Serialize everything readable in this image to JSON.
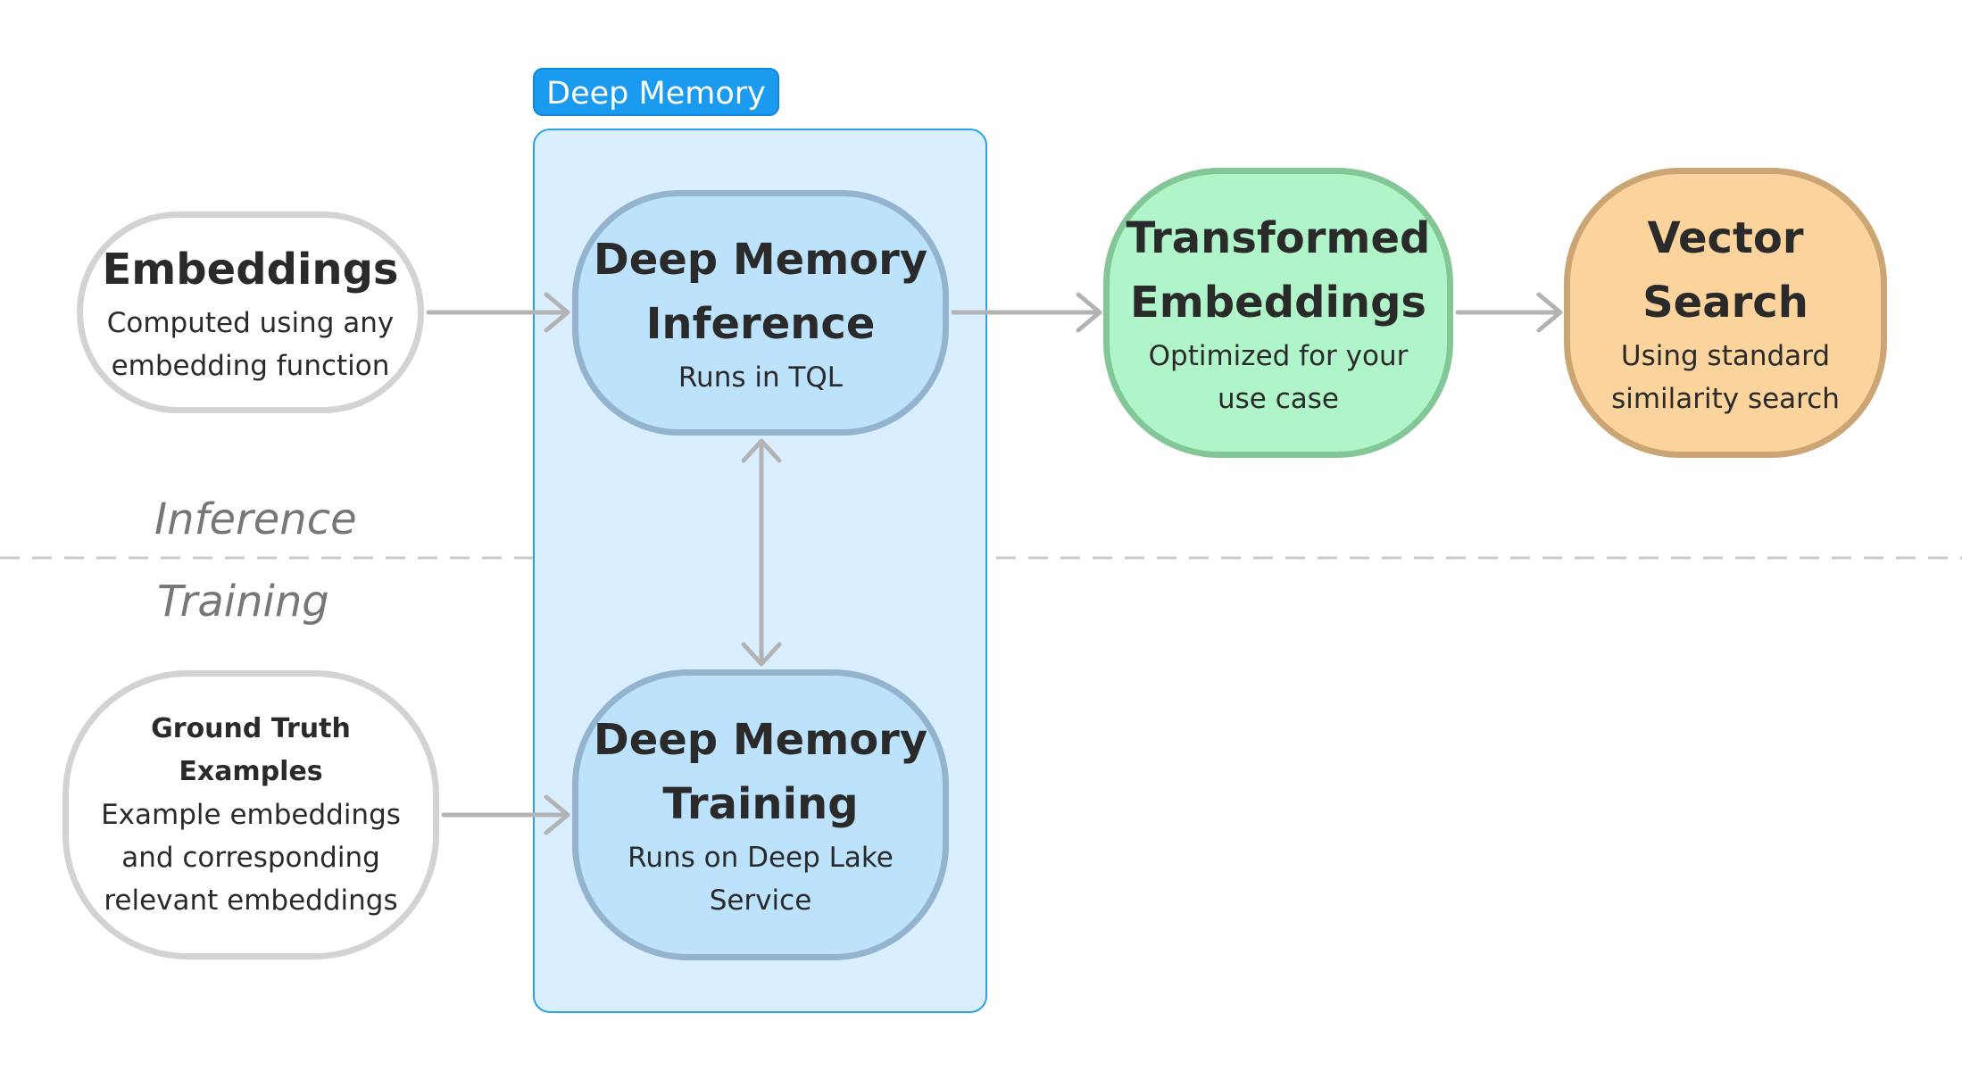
{
  "group": {
    "label": "Deep Memory"
  },
  "nodes": {
    "embeddings": {
      "title": "Embeddings",
      "subtitle_1": "Computed using any",
      "subtitle_2": "embedding function"
    },
    "ground_truth": {
      "title_1": "Ground Truth",
      "title_2": "Examples",
      "subtitle_1": "Example embeddings",
      "subtitle_2": "and corresponding",
      "subtitle_3": "relevant embeddings"
    },
    "dm_inference": {
      "title_1": "Deep Memory",
      "title_2": "Inference",
      "subtitle_1": "Runs in TQL"
    },
    "dm_training": {
      "title_1": "Deep Memory",
      "title_2": "Training",
      "subtitle_1": "Runs on Deep Lake",
      "subtitle_2": "Service"
    },
    "transformed": {
      "title_1": "Transformed",
      "title_2": "Embeddings",
      "subtitle_1": "Optimized for your",
      "subtitle_2": "use case"
    },
    "vector_search": {
      "title_1": "Vector",
      "title_2": "Search",
      "subtitle_1": "Using standard",
      "subtitle_2": "similarity search"
    }
  },
  "sections": {
    "inference": "Inference",
    "training": "Training"
  },
  "colors": {
    "group_tag": "#1a9bf0",
    "group_fill": "#d9efff",
    "deep_memory_node": "#bde2fc",
    "transformed_node": "#b0f5c9",
    "vector_search_node": "#fbd39c",
    "connector": "#b3b3b3"
  }
}
